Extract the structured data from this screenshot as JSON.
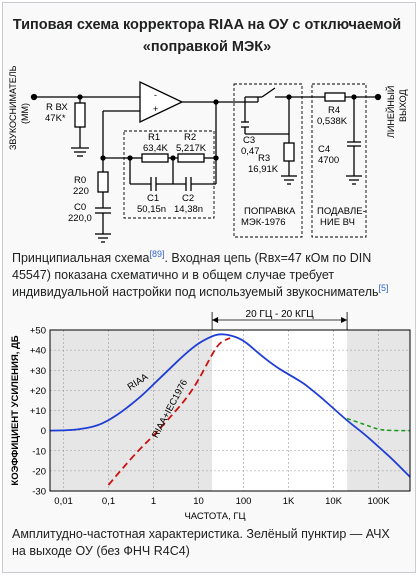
{
  "title_line1": "Типовая схема корректора RIAA на ОУ с отключаемой",
  "title_line2": "«поправкой МЭК»",
  "schematic": {
    "input_label_line1": "ЗВУКОСНИМАТЕЛЬ",
    "input_label_line2": "(ММ)",
    "output_label_line1": "ЛИНЕЙНЫЙ",
    "output_label_line2": "ВЫХОД",
    "rin_name": "R ВХ",
    "rin_value": "47K*",
    "r0_name": "R0",
    "r0_value": "220",
    "c0_name": "C0",
    "c0_value": "220,0",
    "r1_name": "R1",
    "r1_value": "63,4K",
    "r2_name": "R2",
    "r2_value": "5,217K",
    "c1_name": "C1",
    "c1_value": "50,15n",
    "c2_name": "C2",
    "c2_value": "14,38n",
    "c3_name": "C3",
    "c3_value": "0,47",
    "r3_name": "R3",
    "r3_value": "16,91K",
    "r4_name": "R4",
    "r4_value": "0,538K",
    "c4_name": "C4",
    "c4_value": "4700",
    "block1_line1": "ПОПРАВКА",
    "block1_line2": "МЭК-1976",
    "block2_line1": "ПОДАВЛЕ-",
    "block2_line2": "НИЕ ВЧ",
    "minus_sign": "-",
    "plus_sign": "+"
  },
  "caption1": {
    "text_a": "Принципиальная схема",
    "ref1": "[89]",
    "text_b": ". Входная цепь (Rвх=47 кОм по DIN 45547) показана схематично и в общем случае требует индивидуальной настройки под используемый звукосниматель",
    "ref2": "[5]"
  },
  "caption2": {
    "text": "Амплитудно-частотная характеристика. Зелёный пунктир — АЧХ на выходе ОУ (без ФНЧ R4C4)"
  },
  "colors": {
    "riaa": "#1f3ed6",
    "iec": "#cc1111",
    "green": "#1a9a1a",
    "highlight": "#ffffff",
    "plot_bg": "#e6e6e6"
  },
  "chart_data": {
    "type": "line",
    "title": "",
    "xlabel": "ЧАСТОТА, ГЦ",
    "ylabel": "КОЭФФИЦИЕНТ УСИЛЕНИЯ, ДБ",
    "x_scale": "log",
    "xlim": [
      0.005,
      500000
    ],
    "ylim": [
      -30,
      50
    ],
    "x_ticks": [
      0.01,
      0.1,
      1,
      10,
      100,
      1000,
      10000,
      100000
    ],
    "x_tick_labels": [
      "0,01",
      "0,1",
      "1",
      "10",
      "100",
      "1K",
      "10K",
      "100K"
    ],
    "y_ticks": [
      50,
      40,
      30,
      20,
      10,
      0,
      -10,
      -20,
      -30
    ],
    "y_tick_labels": [
      "+50",
      "+40",
      "+30",
      "+20",
      "+10",
      "0",
      "-10",
      "-20",
      "-30"
    ],
    "highlight_range_label": "20 ГЦ - 20 КГЦ",
    "highlight_range": [
      20,
      20000
    ],
    "series": [
      {
        "name": "RIAA",
        "style": "solid",
        "x": [
          0.005,
          0.01,
          0.02,
          0.05,
          0.1,
          0.2,
          0.5,
          1,
          2,
          5,
          10,
          20,
          30,
          50,
          100,
          200,
          500,
          1000,
          2000,
          3000,
          5000,
          10000,
          20000,
          50000,
          100000,
          200000,
          500000
        ],
        "y": [
          0,
          0.1,
          0.5,
          2,
          5,
          9.5,
          16.5,
          23,
          29.5,
          38,
          43.5,
          47,
          48,
          47.5,
          45,
          39,
          32,
          28,
          24,
          21,
          17,
          11,
          5,
          -2,
          -8,
          -14,
          -23
        ]
      },
      {
        "name": "RIAA+IEC1976",
        "style": "dashed",
        "x": [
          0.1,
          0.2,
          0.5,
          1,
          2,
          5,
          10,
          20,
          30,
          50
        ],
        "y": [
          -27,
          -19,
          -9,
          -2.5,
          5,
          15,
          25,
          38,
          44,
          46
        ]
      },
      {
        "name": "",
        "style": "dashed-green",
        "x": [
          20000,
          50000,
          100000,
          200000,
          500000
        ],
        "y": [
          6,
          3,
          0.5,
          0,
          0
        ]
      }
    ]
  }
}
